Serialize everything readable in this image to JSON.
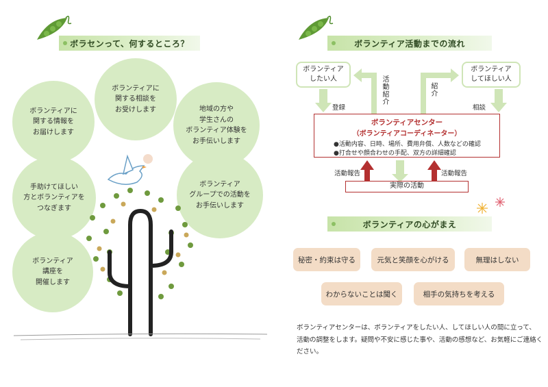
{
  "left": {
    "title": "ボラセンって、何するところ？",
    "circles": [
      "ボランティアに\n関する相談を\nお受けします",
      "ボランティアに\n関する情報を\nお届けします",
      "地域の方や\n学生さんの\nボランティア体験を\nお手伝いします",
      "手助けてほしい\n方とボランティアを\nつなぎます",
      "ボランティア\nグループでの活動を\nお手伝いします",
      "ボランティア\n講座を\n開催します"
    ]
  },
  "right": {
    "flow_title": "ボランティア活動までの流れ",
    "bubble_left": "ボランティア\nしたい人",
    "bubble_right": "ボランティア\nしてほしい人",
    "label_registration": "登録",
    "label_intro_activity": "活動紹介",
    "label_intro": "紹介",
    "label_consult": "相談",
    "center_title": "ボランティアセンター",
    "center_subtitle": "（ボランティアコーディネーター）",
    "center_items": [
      "●活動内容、日時、場所、費用弁償、人数などの確認",
      "●打合せや顔合わせの手配、双方の詳細確認"
    ],
    "label_report_left": "活動報告",
    "label_report_right": "活動報告",
    "actual_activity": "実際の活動",
    "mind_title": "ボランティアの心がまえ",
    "mind_items_row1": [
      "秘密・約束は守る",
      "元気と笑顔を心がける",
      "無理はしない"
    ],
    "mind_items_row2": [
      "わからないことは聞く",
      "相手の気持ちを考える"
    ],
    "footer_line1": "ボランティアセンターは、ボランティアをしたい人、してほしい人の間に立って、",
    "footer_line2": "活動の調整をします。疑問や不安に感じた事や、活動の感想など、お気軽にご連絡ください。"
  },
  "colors": {
    "heading_green": "#c7e3a8",
    "circle_green": "#d7ebc4",
    "flow_red": "#b33030",
    "pill_peach": "#f3dcc6",
    "arrow_green": "#cfe5b7"
  }
}
